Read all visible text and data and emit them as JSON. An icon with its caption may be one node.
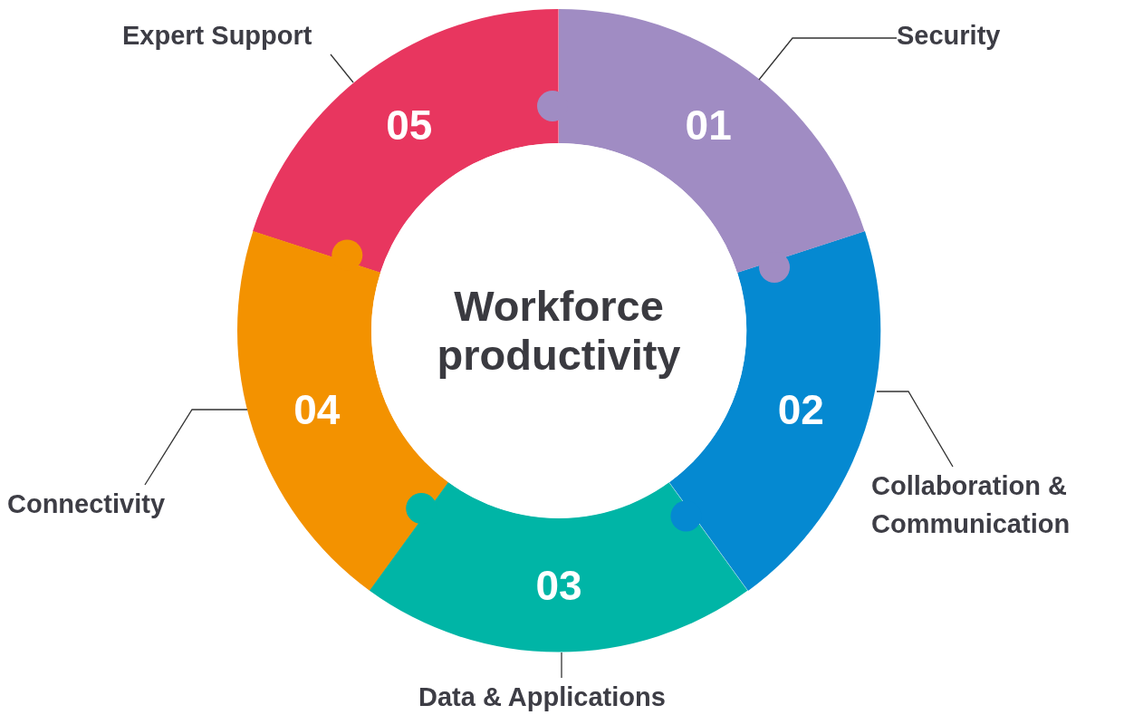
{
  "diagram": {
    "nodes": [
      {
        "text": [
          "Workforce productivity"
        ]
      },
      {
        "text": [
          "01"
        ]
      },
      {
        "text": [
          "02"
        ]
      },
      {
        "text": [
          "03"
        ]
      },
      {
        "text": [
          "04"
        ]
      },
      {
        "text": [
          "05"
        ]
      },
      {
        "text": [
          "Security"
        ]
      },
      {
        "text": [
          "Collaboration & Communication"
        ]
      },
      {
        "text": [
          "Data & Applications"
        ]
      },
      {
        "text": [
          "Connectivity"
        ]
      },
      {
        "text": [
          "Expert Support"
        ]
      }
    ],
    "edges": [
      {
        "from": 6,
        "to": 1,
        "arrow": "none"
      },
      {
        "from": 7,
        "to": 2,
        "arrow": "none"
      },
      {
        "from": 8,
        "to": 3,
        "arrow": "none"
      },
      {
        "from": 9,
        "to": 4,
        "arrow": "none"
      },
      {
        "from": 10,
        "to": 5,
        "arrow": "none"
      }
    ]
  }
}
